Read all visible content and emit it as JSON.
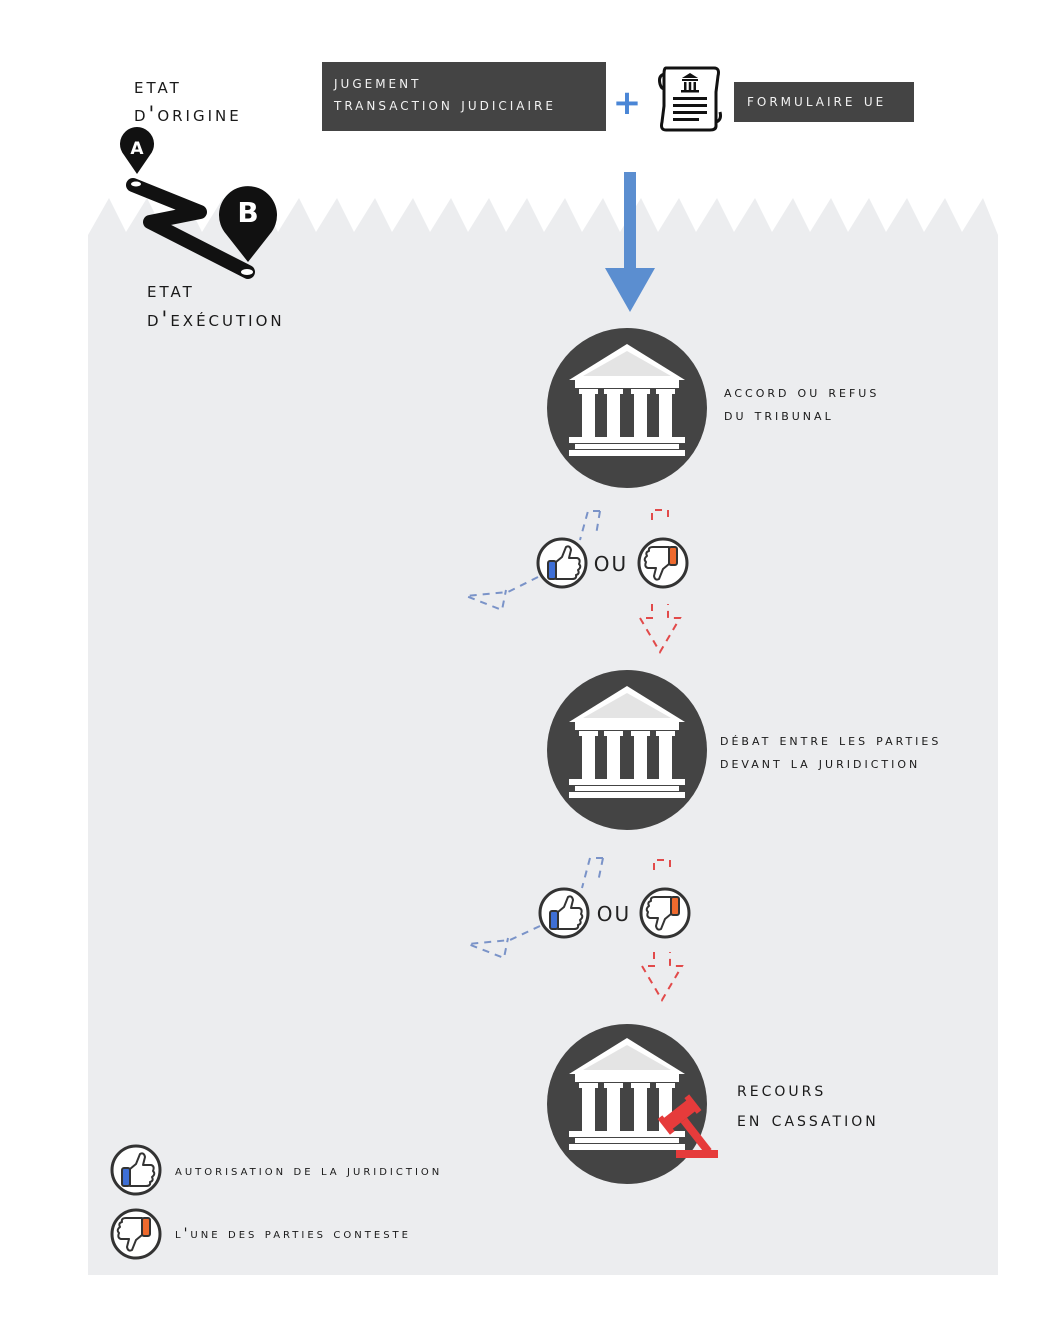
{
  "header": {
    "origin_label": [
      "Etat",
      "d'origine"
    ],
    "execution_label": [
      "Etat",
      "d'exécution"
    ],
    "marker_a": "A",
    "marker_b": "B",
    "doc_box": [
      "Jugement",
      "Transaction Judiciaire"
    ],
    "plus": "+",
    "form_box": "Formulaire UE"
  },
  "steps": [
    {
      "label": [
        "Accord ou refus",
        "du tribunal"
      ]
    },
    {
      "label": [
        "Débat entre les parties",
        "devant la juridiction"
      ]
    },
    {
      "label": [
        "Recours",
        "en cassation"
      ]
    }
  ],
  "choice_word": "ou",
  "legend": {
    "approve": "autorisation de la juridiction",
    "contest": "l'une des parties conteste"
  },
  "icons": {
    "court": "courthouse-icon",
    "thumb_up": "thumbs-up-icon",
    "thumb_down": "thumbs-down-icon",
    "gavel": "gavel-icon",
    "document": "document-icon",
    "pin": "map-pin-icon"
  },
  "colors": {
    "panel": "#ecedef",
    "box": "#444444",
    "circle": "#444444",
    "blue": "#5b8ed0",
    "red": "#e63b3b",
    "orange": "#ef6a2e"
  }
}
